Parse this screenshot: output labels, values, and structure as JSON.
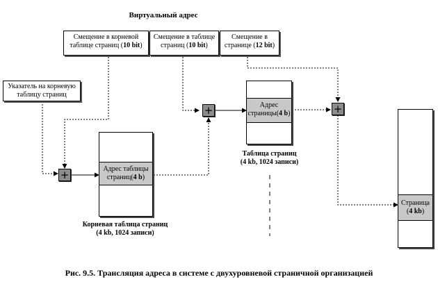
{
  "title": "Виртуальный адрес",
  "fields": [
    {
      "line1": "Смещение в корневой",
      "line2a": "таблице страниц (",
      "bits": "10 bit",
      "line2b": ")"
    },
    {
      "line1": "Смещение в таблице",
      "line2a": "страниц (",
      "bits": "10 bit",
      "line2b": ")"
    },
    {
      "line1": "Смещение в",
      "line2a": "странице (",
      "bits": "12 bit",
      "line2b": ")"
    }
  ],
  "pointer": {
    "line1": "Указатель на корневую",
    "line2": "таблицу страниц"
  },
  "root_table": {
    "entry_line1": "Адрес таблицы",
    "entry_line2a": "страниц(",
    "entry_bold": "4 b",
    "entry_line2b": ")",
    "caption1": "Корневая таблица страниц",
    "caption2": "(4 kb, 1024 записи)"
  },
  "page_table": {
    "entry_line1": "Адрес",
    "entry_line2a": "страницы(",
    "entry_bold": "4 b",
    "entry_line2b": ")",
    "caption1": "Таблица страниц",
    "caption2": "(4 kb, 1024 записи)"
  },
  "page": {
    "entry_line1": "Страница",
    "entry_line2a": "(",
    "entry_bold": "4 kb",
    "entry_line2b": ")"
  },
  "adder_symbol": "+",
  "figure_caption": "Рис. 9.5. Трансляция адреса в системе с двухуровневой страничной организацией"
}
